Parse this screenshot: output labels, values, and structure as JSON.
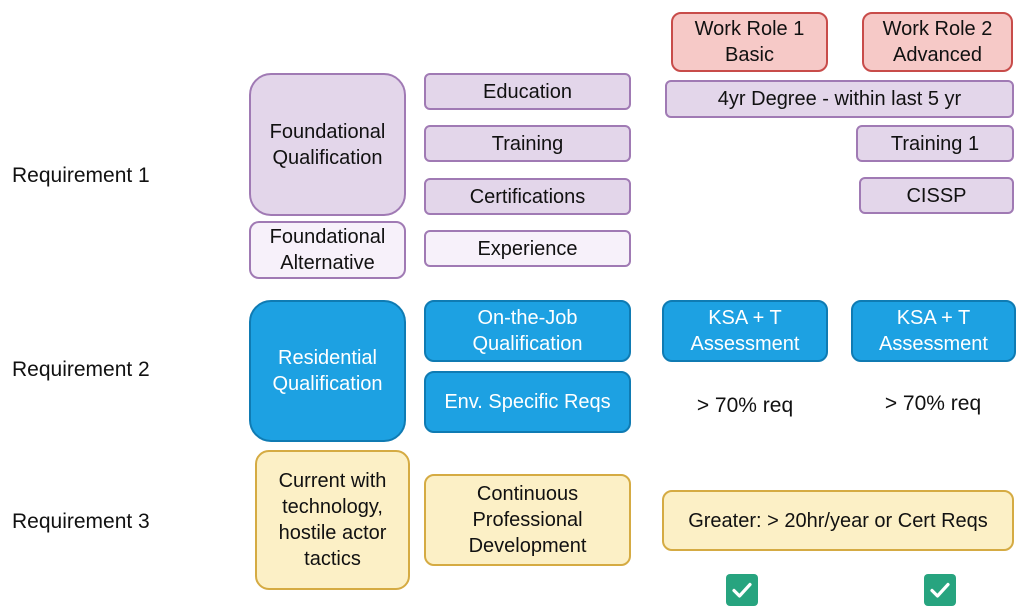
{
  "rows": {
    "r1": "Requirement 1",
    "r2": "Requirement 2",
    "r3": "Requirement 3"
  },
  "headers": {
    "role1": "Work Role 1\nBasic",
    "role2": "Work Role 2\nAdvanced"
  },
  "categories": {
    "foundational_qualification": "Foundational\nQualification",
    "foundational_alternative": "Foundational\nAlternative",
    "residential_qualification": "Residential\nQualification",
    "current_with_technology": "Current with\ntechnology,\nhostile actor\ntactics"
  },
  "subcategories": {
    "education": "Education",
    "training": "Training",
    "certifications": "Certifications",
    "experience": "Experience",
    "on_the_job": "On-the-Job\nQualification",
    "env_specific": "Env. Specific Reqs",
    "cpd": "Continuous\nProfessional\nDevelopment"
  },
  "values": {
    "degree": "4yr Degree - within last 5 yr",
    "training1": "Training 1",
    "cissp": "CISSP",
    "ksa1": "KSA + T\nAssessment",
    "ksa2": "KSA + T\nAssessment",
    "pct1": "> 70% req",
    "pct2": "> 70% req",
    "cpd_req": "Greater: > 20hr/year or Cert Reqs"
  },
  "colors": {
    "lavender": "#e3d6ea",
    "red": "#f6c9c7",
    "blue": "#1da1e2",
    "yellow": "#fcf0c6",
    "check": "#27a47f"
  },
  "icons": {
    "check1": "check-icon",
    "check2": "check-icon"
  }
}
